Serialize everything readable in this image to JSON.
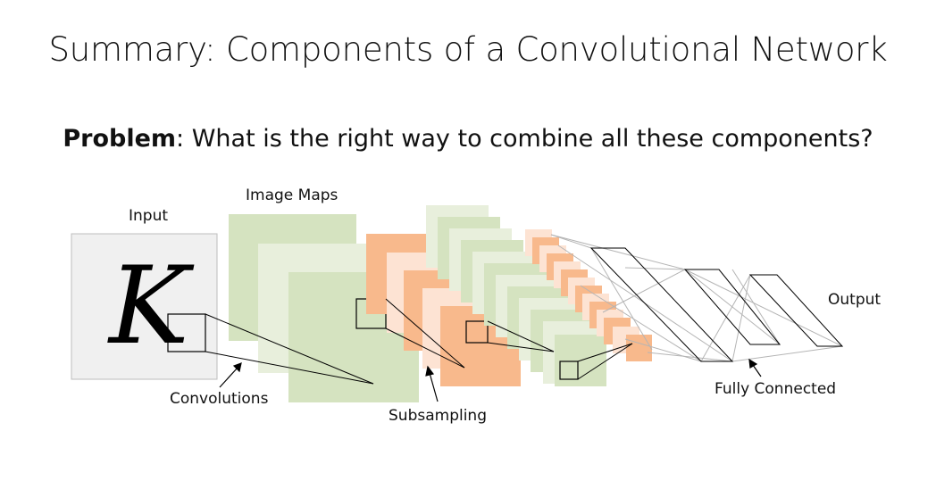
{
  "slide": {
    "title": "Summary: Components of a Convolutional Network",
    "problem_label": "Problem",
    "problem_text": ": What is the right way to combine all these components?"
  },
  "diagram": {
    "input_label": "Input",
    "input_glyph": "K",
    "image_maps_label": "Image Maps",
    "output_label": "Output",
    "convolutions_label": "Convolutions",
    "subsampling_label": "Subsampling",
    "fully_connected_label": "Fully Connected",
    "colors": {
      "green_light": "#e8efdc",
      "green": "#d5e3c0",
      "orange_light": "#fde3d3",
      "orange": "#f8b98c",
      "input_bg": "#f0f0f0"
    }
  }
}
